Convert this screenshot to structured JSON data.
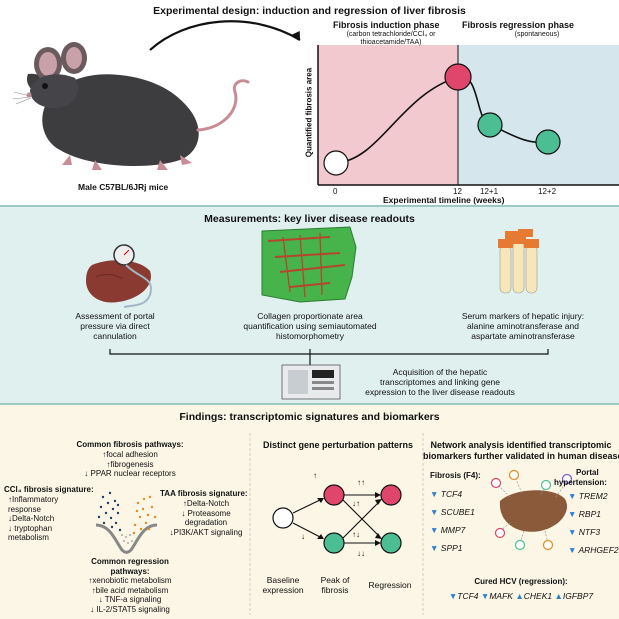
{
  "design": {
    "title": "Experimental design: induction and regression of liver fibrosis",
    "mouse_label": "Male C57BL/6JRj mice",
    "induction_title": "Fibrosis induction phase",
    "induction_sub1": "(carbon tetrachloride/CCl₄ or",
    "induction_sub2": "thioacetamide/TAA)",
    "regression_title": "Fibrosis regression phase",
    "regression_sub": "(spontaneous)",
    "ylabel": "Quantified fibrosis area",
    "xlabel": "Experimental timeline (weeks)",
    "xticks": [
      "0",
      "12",
      "12+1",
      "12+2"
    ],
    "colors": {
      "induction_bg": "#f2c9cf",
      "regression_bg": "#d5e6ec",
      "peak": "#e0456b",
      "regress": "#4bbf93"
    }
  },
  "measurements": {
    "title": "Measurements: key liver disease readouts",
    "portal_l1": "Assessment of portal",
    "portal_l2": "pressure via direct",
    "portal_l3": "cannulation",
    "collagen_l1": "Collagen proportionate area",
    "collagen_l2": "quantification using semiautomated",
    "collagen_l3": "histomorphometry",
    "serum_l1": "Serum markers of hepatic injury:",
    "serum_l2": "alanine aminotransferase and",
    "serum_l3": "aspartate aminotransferase",
    "acq_l1": "Acquisition of the hepatic",
    "acq_l2": "transcriptomes and linking gene",
    "acq_l3": "expression to the liver disease readouts"
  },
  "findings": {
    "title": "Findings: transcriptomic signatures and biomarkers",
    "common_fib": {
      "title": "Common fibrosis pathways:",
      "lines": [
        "↑focal adhesion",
        "↑fibrogenesis",
        "↓ PPAR nuclear receptors"
      ]
    },
    "ccl4": {
      "title": "CCl₄ fibrosis signature:",
      "lines": [
        "↑Inflammatory",
        "response",
        "↓Delta-Notch",
        "↓ tryptophan",
        "metabolism"
      ]
    },
    "taa": {
      "title": "TAA fibrosis signature:",
      "lines": [
        "↑Delta-Notch",
        "↓ Proteasome",
        "degradation",
        "↓PI3K/AKT signaling"
      ]
    },
    "common_reg": {
      "title1": "Common regression",
      "title2": "pathways:",
      "lines": [
        "↑xenobiotic metabolism",
        "↑bile acid metabolism",
        "↓ TNF-a signaling",
        "↓ IL-2/STAT5 signaling"
      ]
    },
    "perturb": {
      "title": "Distinct gene perturbation patterns",
      "baseline_l1": "Baseline",
      "baseline_l2": "expression",
      "peak_l1": "Peak of",
      "peak_l2": "fibrosis",
      "regression": "Regression",
      "arrows_up": "↑",
      "arrows_down": "↓",
      "up_up": "↑↑",
      "down_up": "↓↑",
      "up_down": "↑↓",
      "down_down": "↓↓"
    },
    "network": {
      "title": "Network analysis identified transcriptomic",
      "title2": "biomarkers further validated in human disease",
      "fibrosis_title": "Fibrosis (F4):",
      "fibrosis_genes": [
        "TCF4",
        "SCUBE1",
        "MMP7",
        "SPP1"
      ],
      "portal_title1": "Portal",
      "portal_title2": "hypertension:",
      "portal_genes": [
        "TREM2",
        "RBP1",
        "NTF3",
        "ARHGEF2"
      ],
      "hcv_title": "Cured HCV (regression):",
      "hcv_genes": [
        "TCF4",
        "MAFK",
        "CHEK1",
        "IGFBP7"
      ]
    }
  }
}
